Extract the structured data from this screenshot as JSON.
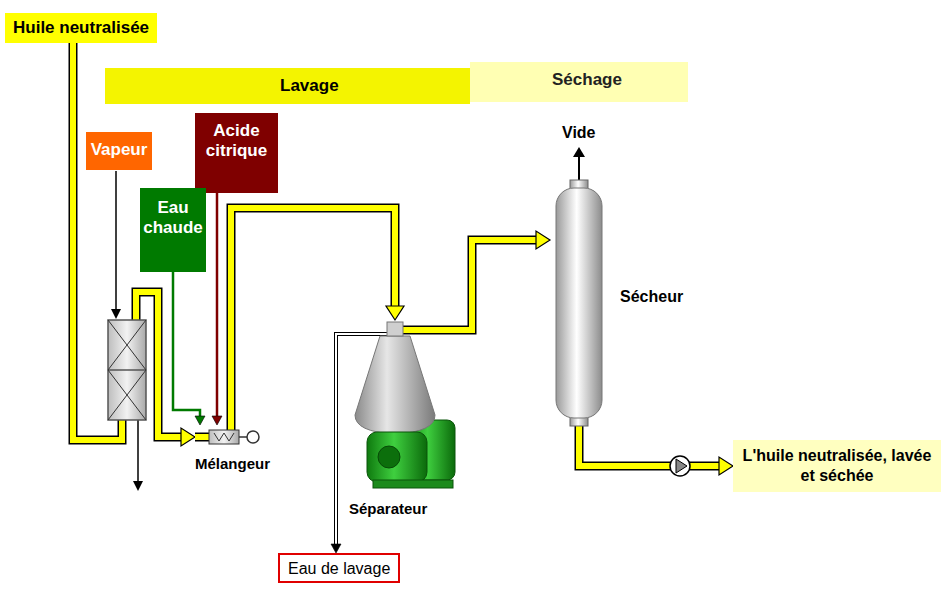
{
  "diagram": {
    "nodes": [
      {
        "text": [
          "Huile neutralisée"
        ]
      },
      {
        "text": [
          "Lavage"
        ]
      },
      {
        "text": [
          "Séchage"
        ]
      },
      {
        "text": [
          "Vapeur"
        ]
      },
      {
        "text": [
          "Acide citrique"
        ]
      },
      {
        "text": [
          "Eau chaude"
        ]
      },
      {
        "text": [
          "Sécheur"
        ]
      },
      {
        "text": [
          "Mélangeur"
        ]
      },
      {
        "text": [
          "Séparateur"
        ]
      },
      {
        "text": [
          "L'huile neutralisée, lavée et séchée"
        ]
      },
      {
        "text": [
          "Eau de lavage"
        ]
      }
    ],
    "edges": [
      {
        "from": 0,
        "to": 7,
        "arrow": "to"
      },
      {
        "from": 5,
        "to": 7,
        "arrow": "to"
      },
      {
        "from": 4,
        "to": 7,
        "arrow": "to"
      },
      {
        "from": 7,
        "to": 8,
        "arrow": "to"
      },
      {
        "from": 8,
        "to": 6,
        "arrow": "to"
      },
      {
        "from": 8,
        "to": 10,
        "arrow": "to"
      },
      {
        "from": 6,
        "to": 9,
        "arrow": "to"
      }
    ],
    "labels": [
      "Vide"
    ]
  }
}
